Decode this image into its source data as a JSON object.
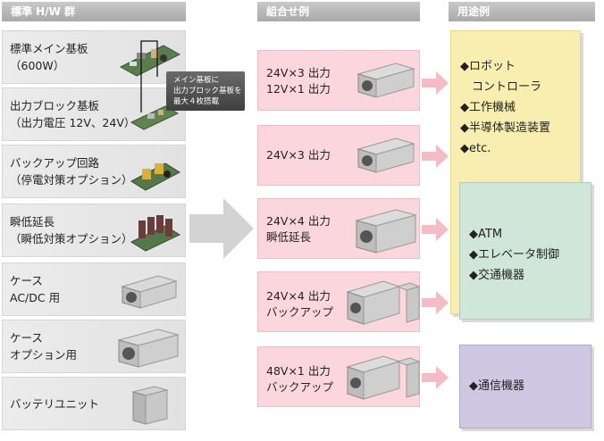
{
  "headers": {
    "hw": "標準 H/W 群",
    "combo": "組合せ例",
    "use": "用途例"
  },
  "hw_items": [
    {
      "line1": "標準メイン基板",
      "line2": "（600W）"
    },
    {
      "line1": "出力ブロック基板",
      "line2": "（出力電圧 12V、24V）"
    },
    {
      "line1": "バックアップ回路",
      "line2": "（停電対策オプション）"
    },
    {
      "line1": "瞬低延長",
      "line2": "（瞬低対策オプション）"
    },
    {
      "line1": "ケース",
      "line2": "AC/DC 用"
    },
    {
      "line1": "ケース",
      "line2": "オプション用"
    },
    {
      "line1": "バッテリユニット",
      "line2": ""
    }
  ],
  "callout": {
    "line1": "メイン基板に",
    "line2": "出力ブロック基板を",
    "line3": "最大４枚搭載"
  },
  "combos": [
    {
      "line1": "24V×3 出力",
      "line2": "12V×1 出力"
    },
    {
      "line1": "24V×3 出力",
      "line2": ""
    },
    {
      "line1": "24V×4 出力",
      "line2": "瞬低延長"
    },
    {
      "line1": "24V×4 出力",
      "line2": "バックアップ"
    },
    {
      "line1": "48V×1 出力",
      "line2": "バックアップ"
    }
  ],
  "uses": [
    {
      "items": [
        "◆ロボット",
        "　コントローラ",
        "◆工作機械",
        "◆半導体製造装置",
        "◆etc."
      ],
      "color": "#f8eeb0"
    },
    {
      "items": [
        "◆ATM",
        "◆エレベータ制御",
        "◆交通機器"
      ],
      "color": "#cfe6d9"
    },
    {
      "items": [
        "◆通信機器"
      ],
      "color": "#cfc8e3"
    }
  ],
  "colors": {
    "header_gray": "#b5b5b5",
    "combo_pink": "#fbd7dd",
    "arrow_pink": "#f6bcc5",
    "big_arrow_gray": "#d3d3d3"
  }
}
